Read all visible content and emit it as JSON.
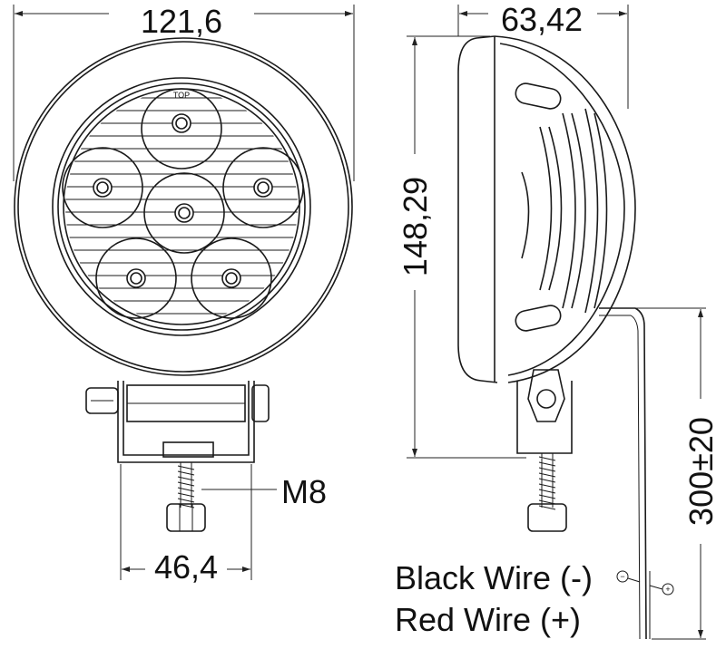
{
  "title": "Round LED work light dimension drawing",
  "front_view": {
    "width_label": "121,6",
    "top_marking": "TOP",
    "bolt_label": "M8",
    "bracket_width_label": "46,4"
  },
  "side_view": {
    "depth_label": "63,42",
    "height_label": "148,29",
    "cable_length_label": "300±20"
  },
  "wires": {
    "black": "Black Wire (-)",
    "red": "Red Wire (+)",
    "minus_symbol": "−",
    "plus_symbol": "+"
  },
  "colors": {
    "line": "#1a1a1a",
    "background": "#ffffff"
  }
}
